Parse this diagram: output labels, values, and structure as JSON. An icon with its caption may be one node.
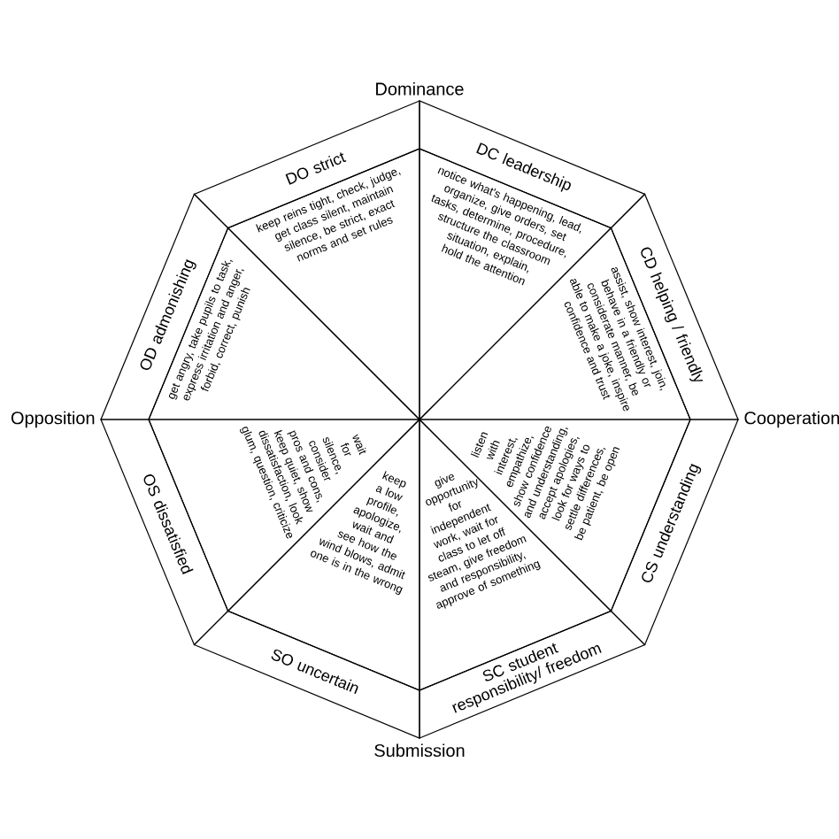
{
  "diagram": {
    "nodes": [
      {
        "text": [
          "DO strict"
        ]
      },
      {
        "text": [
          "keep reins tight, check, judge, get class silent, maintain silence, be strict, exact norms and set rules"
        ]
      },
      {
        "text": [
          "DC leadership"
        ]
      },
      {
        "text": [
          "notice what's happening, lead, organize, give orders, set tasks, determine, procedure, structure the classroom situation, explain, hold the attention"
        ]
      },
      {
        "text": [
          "CD helping / friendly"
        ]
      },
      {
        "text": [
          "assist, show interest, join, behave in a friendly or considerate manner, be able to make a joke, inspire confidence and trust"
        ]
      },
      {
        "text": [
          "CS understanding"
        ]
      },
      {
        "text": [
          "listen with interest, empathize, show confidence and understanding, accept apologies, look for ways to settle differences, be patient, be open"
        ]
      },
      {
        "text": [
          "SC student responsibility/ freedom"
        ]
      },
      {
        "text": [
          "give opportunity for independent work, wait for class to let off steam, give freedom and responsibility, approve of something"
        ]
      },
      {
        "text": [
          "SO uncertain"
        ]
      },
      {
        "text": [
          "keep a low profile, apologize, wait and see how the wind blows, admit one is in the wrong"
        ]
      },
      {
        "text": [
          "OS dissatisfied"
        ]
      },
      {
        "text": [
          "wait for silence, consider pros and cons, keep quiet, show dissatisfaction, look glum, question, criticize"
        ]
      },
      {
        "text": [
          "OD admonishing"
        ]
      },
      {
        "text": [
          "get angry, take pupils to task, express irritation and anger, forbid, correct, punish"
        ]
      }
    ],
    "labels": [
      "Dominance",
      "Opposition",
      "Cooperation",
      "Submission"
    ]
  }
}
